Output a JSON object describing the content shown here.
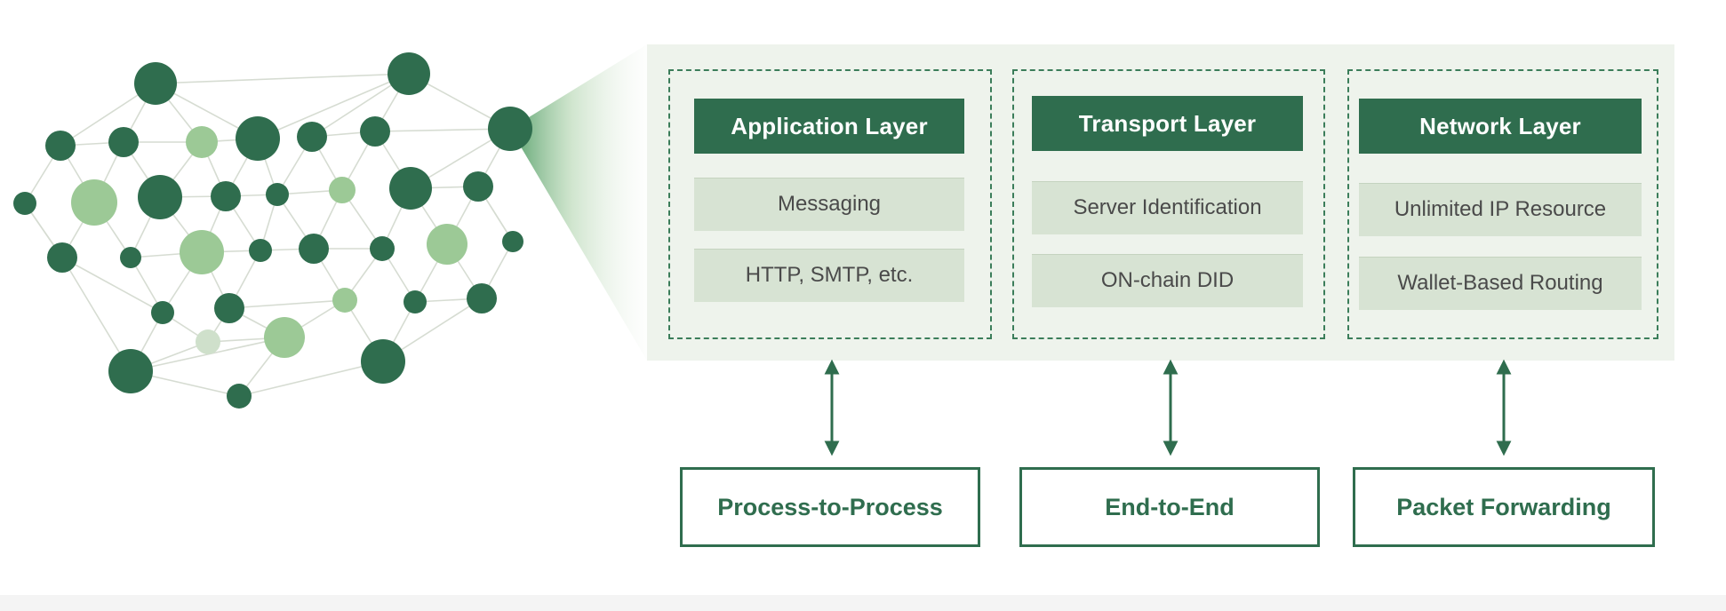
{
  "colors": {
    "dark_green": "#2f6d4e",
    "light_green": "#9cc996",
    "pale_green": "#d7e3d3",
    "panel_bg": "#eef3ec",
    "edge": "#d6dcd2"
  },
  "network_graphic": {
    "description_icon": "network-graph-icon"
  },
  "layers": [
    {
      "title": "Application Layer",
      "items": [
        "Messaging",
        "HTTP, SMTP, etc."
      ],
      "function": "Process-to-Process"
    },
    {
      "title": "Transport Layer",
      "items": [
        "Server Identification",
        "ON-chain DID"
      ],
      "function": "End-to-End"
    },
    {
      "title": "Network Layer",
      "items": [
        "Unlimited IP Resource",
        "Wallet-Based Routing"
      ],
      "function": "Packet Forwarding"
    }
  ]
}
